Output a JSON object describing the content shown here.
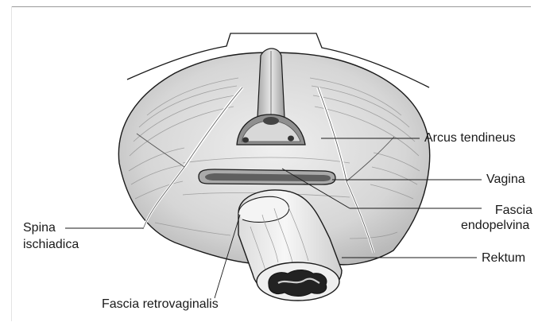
{
  "labels": {
    "arcus_tendineus": "Arcus tendineus",
    "vagina": "Vagina",
    "fascia_endopelvina_line1": "Fascia",
    "fascia_endopelvina_line2": "endopelvina",
    "spina_ischiadica_line1": "Spina",
    "spina_ischiadica_line2": "ischiadica",
    "rektum": "Rektum",
    "fascia_retrovaginalis": "Fascia retrovaginalis"
  },
  "colors": {
    "ink": "#1a1a1a",
    "tissue": "#d9d9d9",
    "tissue_light": "#ececec",
    "tissue_dark": "#9e9e9e",
    "lumen": "#222222"
  }
}
